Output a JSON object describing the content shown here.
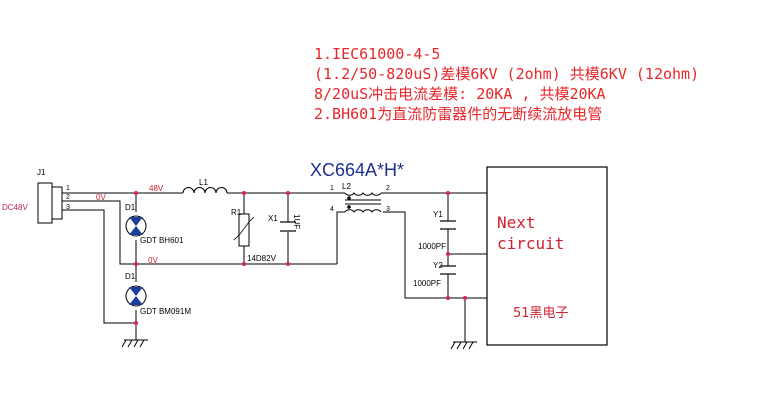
{
  "notes": {
    "line1": "1.IEC61000-4-5",
    "line2": "(1.2/50-820uS)差模6KV (2ohm) 共模6KV (12ohm)",
    "line3": "8/20uS冲击电流差模: 20KA , 共模20KA",
    "line4": "2.BH601为直流防雷器件的无断续流放电管"
  },
  "title": "XC664A*H*",
  "connector": {
    "ref": "J1",
    "label": "DC48V",
    "pins": [
      "1",
      "2",
      "3"
    ]
  },
  "nets": {
    "net_48v_top": "48V",
    "net_0v_top": "0V",
    "net_0v_mid": "0V"
  },
  "components": {
    "d1_upper": {
      "ref": "D1",
      "part": "GDT BH601"
    },
    "d1_lower": {
      "ref": "D1",
      "part": "GDT BM091M"
    },
    "l1": {
      "ref": "L1"
    },
    "r1": {
      "ref": "R1",
      "part": "14D82V"
    },
    "x1": {
      "ref": "X1",
      "part": "1UF"
    },
    "l2": {
      "ref": "L2",
      "pins": [
        "1",
        "2",
        "4",
        "3"
      ]
    },
    "y1": {
      "ref": "Y1",
      "part": "1000PF"
    },
    "y2": {
      "ref": "Y2",
      "part": "1000PF"
    }
  },
  "block": {
    "line1": "Next",
    "line2": "circuit",
    "brand": "51黑电子"
  },
  "colors": {
    "wire": "#000000",
    "node": "#d0206a",
    "note_text": "#e8262b",
    "title": "#1f2f8f",
    "diode_fill": "#1a3e9c",
    "net_label": "#d0202f"
  }
}
